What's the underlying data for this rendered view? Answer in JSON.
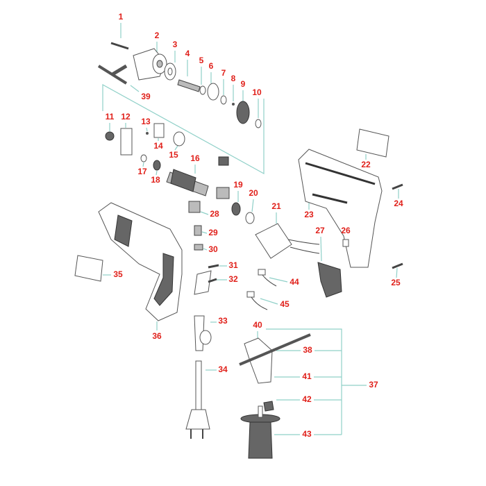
{
  "title": "Impact drill exploded parts diagram",
  "colors": {
    "label": "#e0201a",
    "leader": "#8fd0c8",
    "outline": "#555555"
  },
  "labels": [
    "1",
    "2",
    "3",
    "4",
    "5",
    "6",
    "7",
    "8",
    "9",
    "10",
    "11",
    "12",
    "13",
    "14",
    "15",
    "16",
    "17",
    "18",
    "19",
    "20",
    "21",
    "22",
    "23",
    "24",
    "25",
    "26",
    "27",
    "28",
    "29",
    "30",
    "31",
    "32",
    "33",
    "34",
    "35",
    "36",
    "37",
    "38",
    "39",
    "40",
    "41",
    "42",
    "43",
    "44",
    "45"
  ]
}
